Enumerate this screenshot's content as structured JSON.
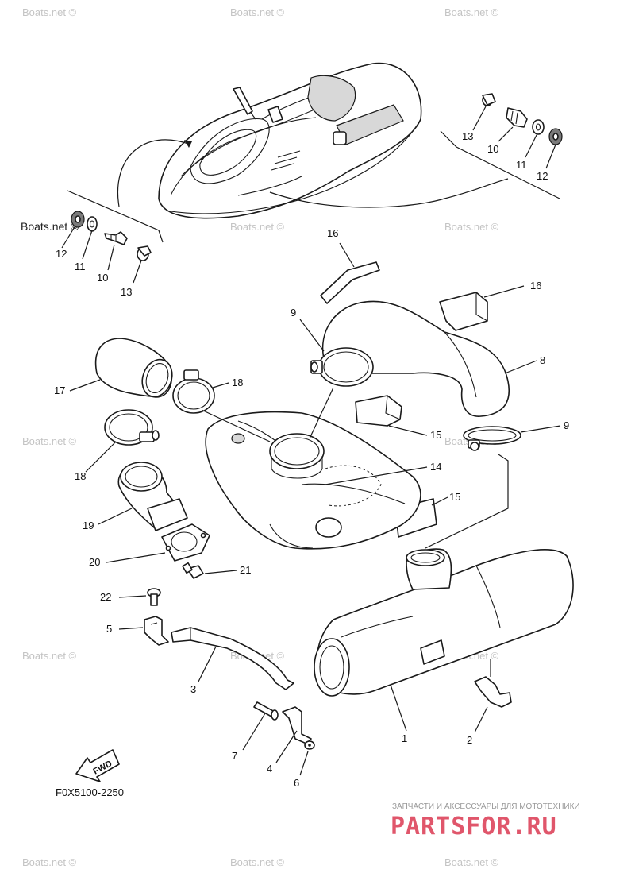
{
  "watermark": "Boats.net ©",
  "diagram_code": "F0X5100-2250",
  "fwd_label": "FWD",
  "brand": {
    "tagline": "ЗАПЧАСТИ И АКСЕССУАРЫ ДЛЯ МОТОТЕХНИКИ",
    "name": "PARTSFOR.RU",
    "color": "#e0566b"
  },
  "callouts": {
    "c1": "1",
    "c2": "2",
    "c3": "3",
    "c4": "4",
    "c5": "5",
    "c6": "6",
    "c7": "7",
    "c8": "8",
    "c9a": "9",
    "c9b": "9",
    "c10a": "10",
    "c10b": "10",
    "c11a": "11",
    "c11b": "11",
    "c12a": "12",
    "c12b": "12",
    "c13a": "13",
    "c13b": "13",
    "c14": "14",
    "c15a": "15",
    "c15b": "15",
    "c16a": "16",
    "c16b": "16",
    "c17": "17",
    "c18a": "18",
    "c18b": "18",
    "c19": "19",
    "c20": "20",
    "c21": "21",
    "c22": "22"
  }
}
